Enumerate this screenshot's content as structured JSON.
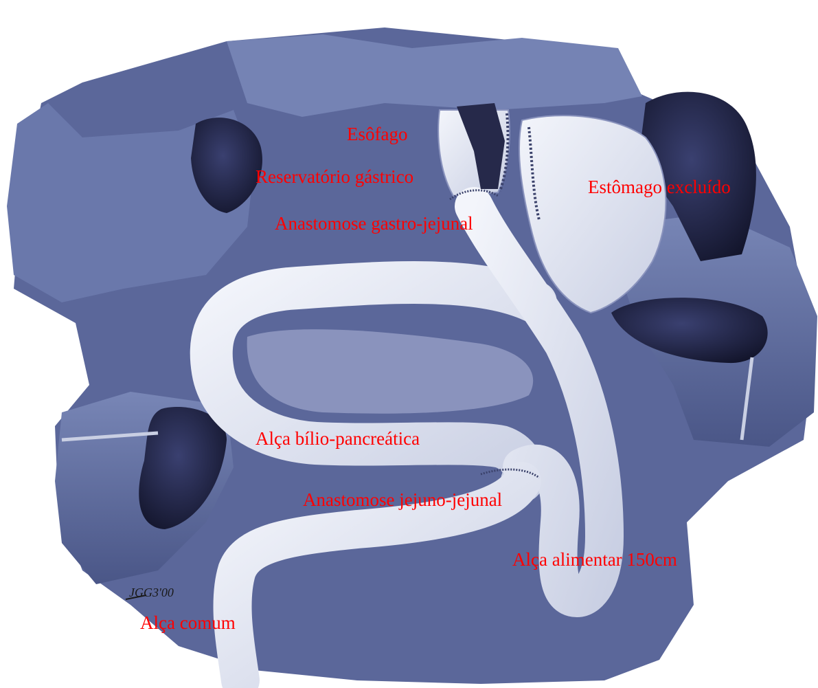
{
  "colors": {
    "label_text": "#ff0000",
    "background": "#ffffff",
    "tissue_base": "#5d6a9c",
    "tissue_dark": "#1e2240",
    "tissue_light": "#e9ecf5"
  },
  "labels": {
    "esofago": "Esôfago",
    "reservatorio": "Reservatório gástrico",
    "estomago_excluido": "Estômago excluído",
    "anastomose_gastro": "Anastomose gastro-jejunal",
    "alca_bilio": "Alça bílio-pancreática",
    "anastomose_jejuno": "Anastomose jejuno-jejunal",
    "alca_alimentar": "Alça alimentar 150cm",
    "alca_comum": "Alça comum"
  },
  "signature": "JGG3'00"
}
